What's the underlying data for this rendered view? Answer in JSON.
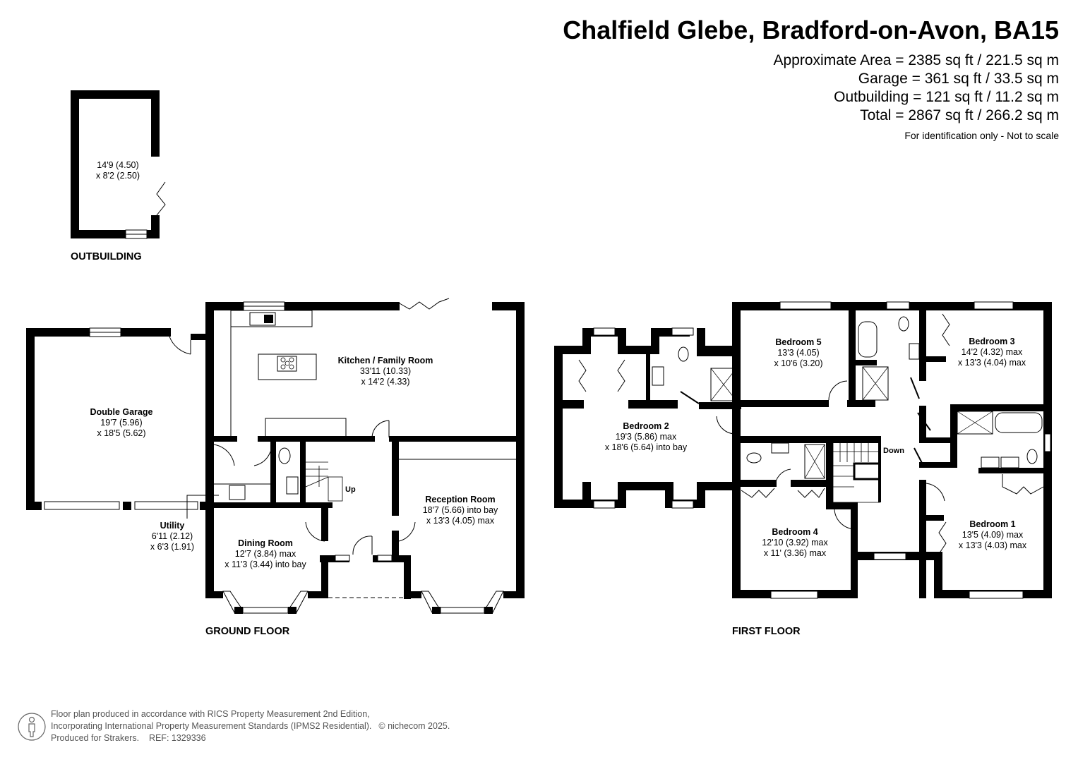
{
  "header": {
    "title": "Chalfield Glebe, Bradford-on-Avon, BA15",
    "areas": [
      "Approximate Area = 2385 sq ft / 221.5 sq m",
      "Garage = 361 sq ft / 33.5 sq m",
      "Outbuilding = 121 sq ft / 11.2 sq m",
      "Total = 2867 sq ft / 266.2 sq m"
    ],
    "note": "For identification only - Not to scale"
  },
  "outbuilding": {
    "label": "OUTBUILDING",
    "dim1": "14'9 (4.50)",
    "dim2": "x 8'2 (2.50)"
  },
  "ground_floor": {
    "label": "GROUND FLOOR",
    "stairs_label": "Up",
    "rooms": [
      {
        "name": "Double Garage",
        "dim1": "19'7 (5.96)",
        "dim2": "x 18'5 (5.62)"
      },
      {
        "name": "Kitchen / Family Room",
        "dim1": "33'11 (10.33)",
        "dim2": "x 14'2 (4.33)"
      },
      {
        "name": "Utility",
        "dim1": "6'11 (2.12)",
        "dim2": "x 6'3 (1.91)"
      },
      {
        "name": "Dining Room",
        "dim1": "12'7 (3.84) max",
        "dim2": "x 11'3 (3.44) into bay"
      },
      {
        "name": "Reception Room",
        "dim1": "18'7 (5.66) into bay",
        "dim2": "x 13'3 (4.05) max"
      }
    ]
  },
  "first_floor": {
    "label": "FIRST FLOOR",
    "stairs_label": "Down",
    "rooms": [
      {
        "name": "Bedroom 5",
        "dim1": "13'3 (4.05)",
        "dim2": "x 10'6 (3.20)"
      },
      {
        "name": "Bedroom 3",
        "dim1": "14'2 (4.32) max",
        "dim2": "x 13'3 (4.04) max"
      },
      {
        "name": "Bedroom 2",
        "dim1": "19'3 (5.86) max",
        "dim2": "x 18'6 (5.64) into bay"
      },
      {
        "name": "Bedroom 4",
        "dim1": "12'10 (3.92) max",
        "dim2": "x 11' (3.36) max"
      },
      {
        "name": "Bedroom 1",
        "dim1": "13'5 (4.09) max",
        "dim2": "x 13'3 (4.03) max"
      }
    ]
  },
  "footer": {
    "line1": "Floor plan produced in accordance with RICS Property Measurement 2nd Edition,",
    "line2": "Incorporating International Property Measurement Standards (IPMS2 Residential).",
    "copyright": "© nichecom 2025.",
    "line3": "Produced for Strakers.    REF: 1329336",
    "icon": "person-icon"
  },
  "colors": {
    "wall": "#000000",
    "background": "#ffffff",
    "footer_text": "#555555"
  }
}
